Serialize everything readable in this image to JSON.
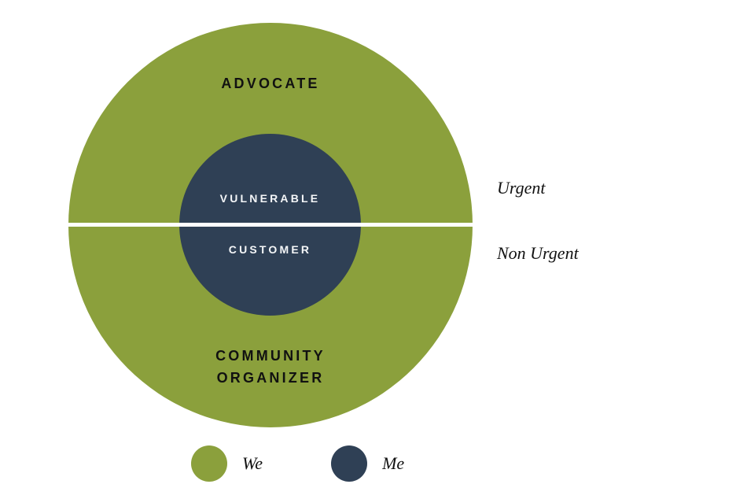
{
  "chart_data": {
    "type": "diagram",
    "diagram_type": "concentric-circle-quadrant",
    "title": "",
    "outer_ring": {
      "legend_name": "We",
      "color": "#8ba03c",
      "segments": [
        {
          "label": "ADVOCATE",
          "half": "upper",
          "axis": "Urgent"
        },
        {
          "label": "COMMUNITY\nORGANIZER",
          "half": "lower",
          "axis": "Non Urgent"
        }
      ]
    },
    "inner_circle": {
      "legend_name": "Me",
      "color": "#2f4055",
      "segments": [
        {
          "label": "VULNERABLE",
          "half": "upper",
          "axis": "Urgent"
        },
        {
          "label": "CUSTOMER",
          "half": "lower",
          "axis": "Non Urgent"
        }
      ]
    },
    "axis_split": {
      "orientation": "horizontal",
      "upper_label": "Urgent",
      "lower_label": "Non Urgent",
      "divider_color": "#ffffff"
    },
    "legend": {
      "position": "bottom",
      "entries": [
        {
          "label": "We",
          "color": "#8ba03c"
        },
        {
          "label": "Me",
          "color": "#2f4055"
        }
      ]
    }
  },
  "diagram": {
    "outer": {
      "advocate_label": "ADVOCATE",
      "community_organizer_label": "COMMUNITY\nORGANIZER"
    },
    "inner": {
      "vulnerable_label": "VULNERABLE",
      "customer_label": "CUSTOMER"
    },
    "axis": {
      "urgent_label": "Urgent",
      "non_urgent_label": "Non Urgent"
    },
    "legend": {
      "we_label": "We",
      "me_label": "Me"
    }
  },
  "colors": {
    "green": "#8ba03c",
    "navy": "#2f4055",
    "divider": "#ffffff",
    "text_dark": "#111111",
    "text_light": "#f4f6f8",
    "background": "#ffffff"
  }
}
